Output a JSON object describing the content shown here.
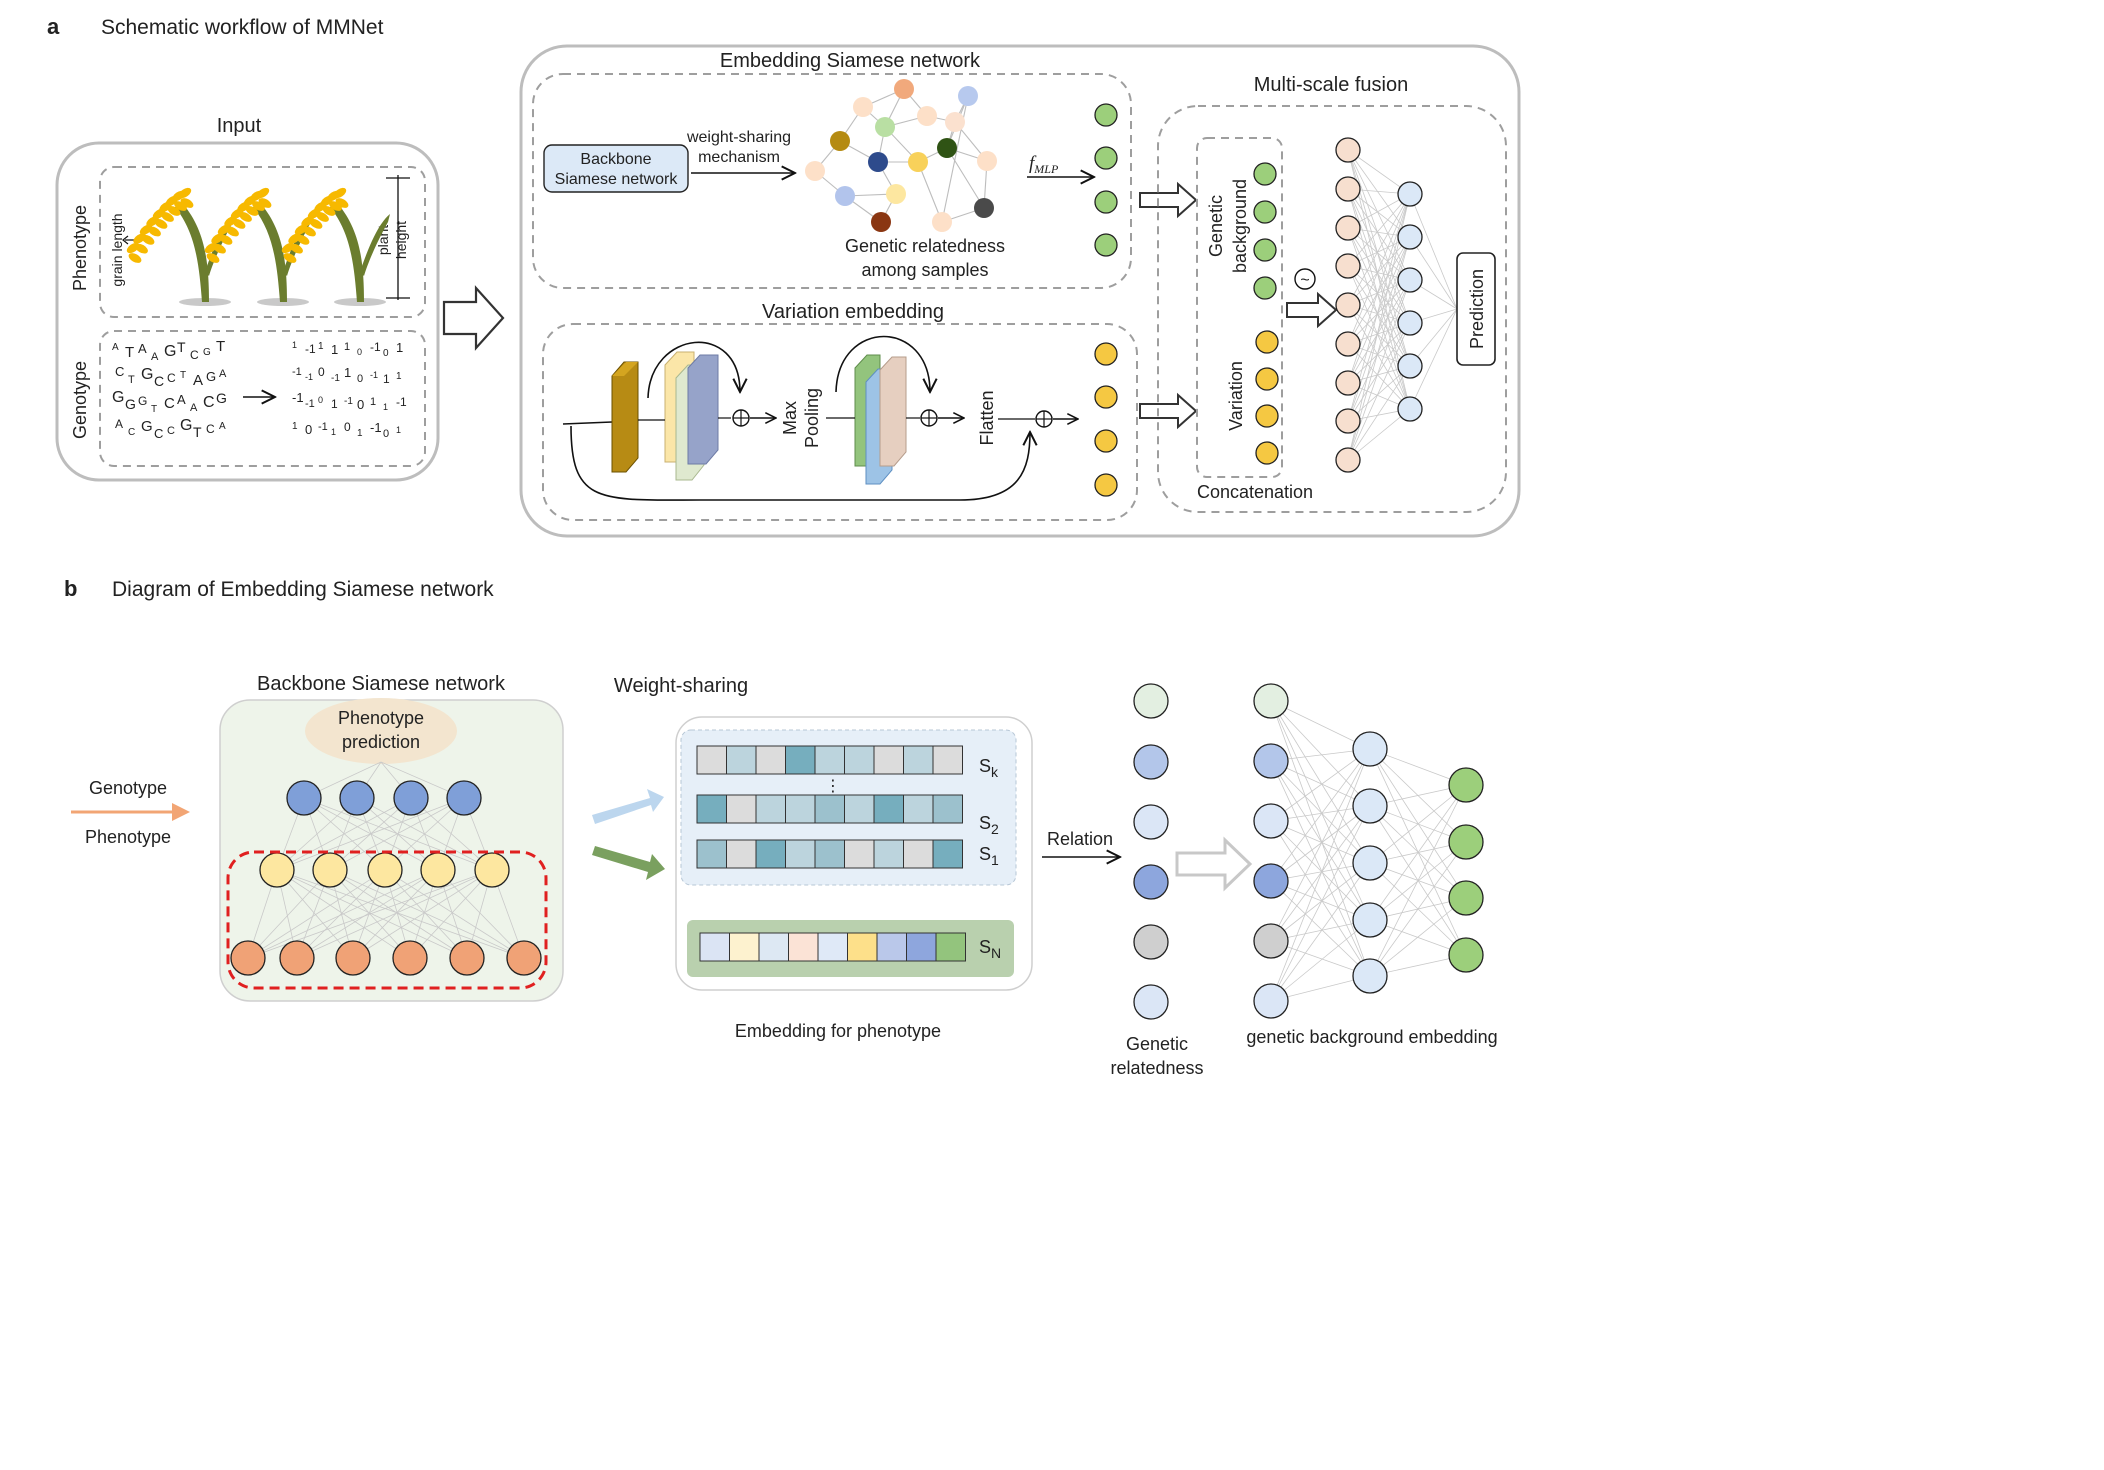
{
  "panel_a": {
    "letter": "a",
    "title": "Schematic workflow of MMNet",
    "input": {
      "title": "Input",
      "phenotype_label": "Phenotype",
      "genotype_label": "Genotype",
      "grain_length": "grain length",
      "plant_height_1": "plant",
      "plant_height_2": "height",
      "genotype_letters": [
        "A",
        "T",
        "A",
        "A",
        "G",
        "T",
        "C",
        "G",
        "T",
        "C",
        "T",
        "G",
        "C",
        "C",
        "T",
        "A",
        "G",
        "A",
        "G",
        "G",
        "G",
        "T",
        "C",
        "A",
        "A",
        "C",
        "G",
        "A",
        "C",
        "G",
        "C",
        "C",
        "G",
        "T",
        "C",
        "A"
      ],
      "genotype_numbers": [
        "1",
        "-1",
        "1",
        "1",
        "1",
        "0",
        "-1",
        "0",
        "1",
        "-1",
        "-1",
        "0",
        "-1",
        "1",
        "0",
        "-1",
        "1",
        "1",
        "-1",
        "-1",
        "0",
        "1",
        "-1",
        "0",
        "1",
        "1",
        "-1",
        "1",
        "0",
        "-1",
        "1",
        "0",
        "1",
        "-1",
        "0",
        "1"
      ]
    },
    "embedding_siamese": {
      "title": "Embedding Siamese network",
      "backbone_line1": "Backbone",
      "backbone_line2": "Siamese network",
      "weight_sharing_line1": "weight-sharing",
      "weight_sharing_line2": "mechanism",
      "fmlp": "f",
      "fmlp_sub": "MLP",
      "relatedness_line1": "Genetic relatedness",
      "relatedness_line2": "among samples"
    },
    "variation": {
      "title": "Variation embedding",
      "max_pooling_1": "Max",
      "max_pooling_2": "Pooling",
      "flatten": "Flatten"
    },
    "fusion": {
      "title": "Multi-scale fusion",
      "genetic_background_1": "Genetic",
      "genetic_background_2": "background",
      "variation": "Variation",
      "concatenation": "Concatenation",
      "prediction": "Prediction",
      "tilde": "~"
    }
  },
  "panel_b": {
    "letter": "b",
    "title": "Diagram of Embedding Siamese network",
    "backbone_title": "Backbone Siamese network",
    "phenotype_prediction_1": "Phenotype",
    "phenotype_prediction_2": "prediction",
    "genotype": "Genotype",
    "phenotype": "Phenotype",
    "weight_sharing": "Weight-sharing",
    "sk": "S",
    "sk_sub": "k",
    "s2": "S",
    "s2_sub": "2",
    "s1": "S",
    "s1_sub": "1",
    "sn": "S",
    "sn_sub": "N",
    "ellipsis": "⋮",
    "embedding_for_phenotype": "Embedding for phenotype",
    "relation": "Relation",
    "genetic_relatedness_1": "Genetic",
    "genetic_relatedness_2": "relatedness",
    "genetic_background_embedding": "genetic background embedding"
  },
  "colors": {
    "green_node": "#9ccf7b",
    "yellow_node": "#f5c842",
    "peach_node": "#f7dfcf",
    "lightblue_node": "#dbe8f7",
    "blue_node": "#7f9fd8",
    "orange_node": "#f0a276",
    "pale_yellow_node": "#fde7a0",
    "gray_node": "#cfcfcf",
    "accent_red_dash": "#e02020",
    "grain_yellow": "#f7b900",
    "stem_green": "#6b7d2e"
  }
}
